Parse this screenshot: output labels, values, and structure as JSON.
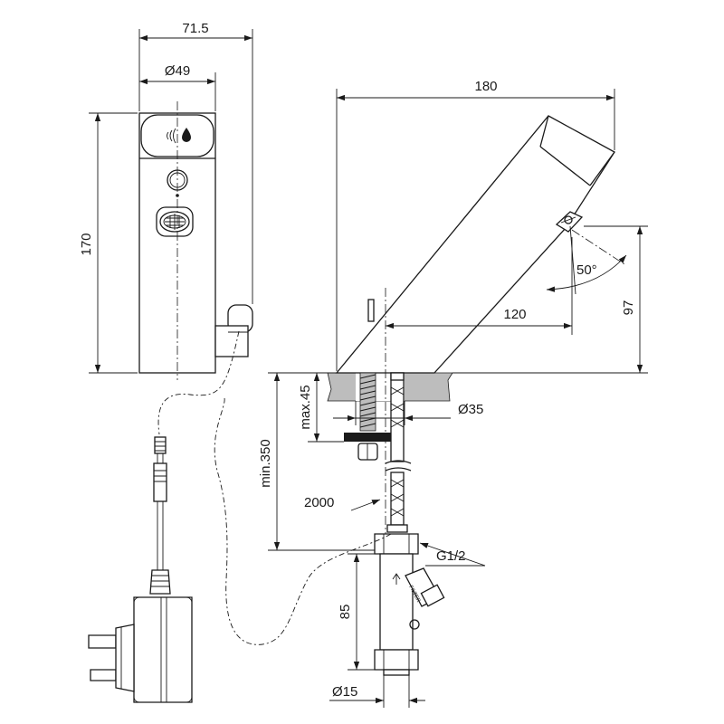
{
  "dimensions": {
    "body_width": "71.5",
    "sensor_diameter": "Ø49",
    "height_front": "170",
    "spout_length": "180",
    "spout_reach": "120",
    "spray_angle": "50°",
    "outlet_height": "97",
    "max_deck_thickness": "max.45",
    "min_hose_length": "min.350",
    "hole_diameter": "Ø35",
    "cable_length": "2000",
    "thread_size": "G1/2",
    "valve_height": "85",
    "pipe_diameter": "Ø15"
  },
  "labels": {
    "filter_text": "FILTER"
  },
  "icons": [
    "sensor-wave-icon",
    "water-drop-icon"
  ],
  "colors": {
    "line": "#1a1a1a",
    "deck_grey": "#bdbdbd"
  }
}
